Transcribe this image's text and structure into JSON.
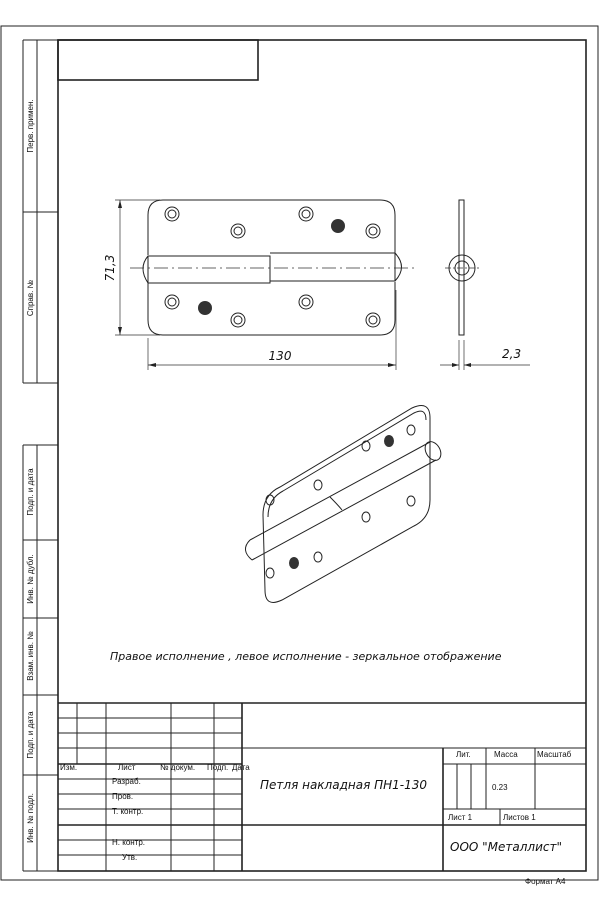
{
  "margin_labels": [
    "Перв. примен.",
    "Справ. №",
    "Подп. и дата",
    "Инв. № дубл.",
    "Взам. инв. №",
    "Подп. и дата",
    "Инв. № подл."
  ],
  "dimensions": {
    "height": "71,3",
    "length": "130",
    "thickness": "2,3"
  },
  "caption": "Правое исполнение  , левое исполнение - зеркальное отображение",
  "title_block": {
    "col_headers": [
      "Изм.",
      "Лист",
      "№ докум.",
      "Подп.",
      "Дата"
    ],
    "roles": [
      "Разраб.",
      "Пров.",
      "Т. контр.",
      "Н. контр.",
      "Утв."
    ],
    "title": "Петля накладная ПН1-130",
    "lit_label": "Лит.",
    "mass_label": "Масса",
    "scale_label": "Масштаб",
    "mass_value": "0.23",
    "sheet": "Лист 1",
    "sheets": "Листов 1",
    "company": "ООО \"Металлист\"",
    "format": "Формат А4"
  }
}
